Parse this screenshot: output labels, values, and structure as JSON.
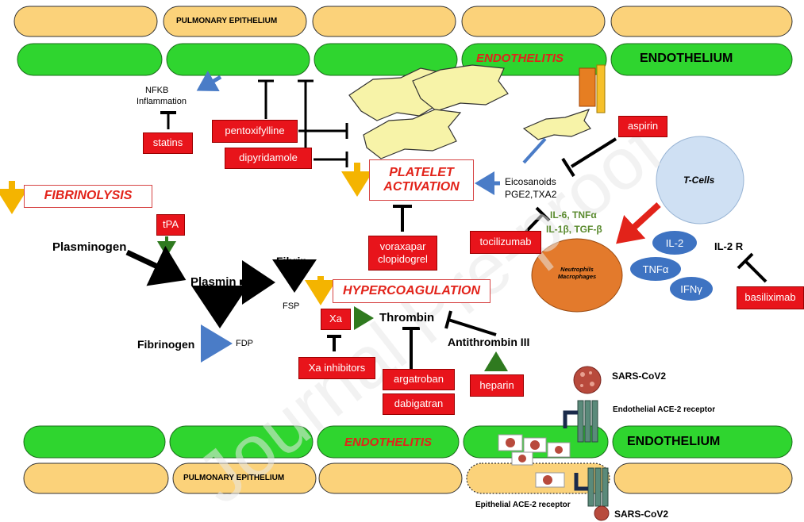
{
  "top_epithelium": "PULMONARY EPITHELIUM",
  "top_endothelitis": "ENDOTHELITIS",
  "top_endothelium": "ENDOTHELIUM",
  "bottom_endothelitis": "ENDOTHELITIS",
  "bottom_endothelium": "ENDOTHELIUM",
  "bottom_epithelium": "PULMONARY EPITHELIUM",
  "nfkb": "NFKB",
  "inflammation": "Inflammation",
  "fibrinolysis": "FIBRINOLYSIS",
  "platelet_activation": [
    "PLATELET",
    "ACTIVATION"
  ],
  "hypercoagulation": "HYPERCOAGULATION",
  "eicosanoids": "Eicosanoids",
  "pge2": "PGE2,TXA2",
  "cytokines_1": "IL-6, TNFα",
  "cytokines_2": "IL-1β, TGF-β",
  "t_cells": "T-Cells",
  "neutrophils": [
    "Neutrophils",
    "Macrophages"
  ],
  "il2": "IL-2",
  "tnfa": "TNFα",
  "ifng": "IFNγ",
  "il2r": "IL-2 R",
  "plasminogen": "Plasminogen",
  "plasmin": "Plasmin",
  "fibrin": "Fibrin",
  "fsp": "FSP",
  "fibrinogen": "Fibrinogen",
  "fdp": "FDP",
  "thrombin": "Thrombin",
  "antithrombin": "Antithrombin III",
  "sars_top": "SARS-CoV2",
  "endothelial_ace2": "Endothelial ACE-2 receptor",
  "epithelial_ace2": "Epithelial ACE-2 receptor",
  "sars_bottom": "SARS-CoV2",
  "drugs": {
    "statins": "statins",
    "pentoxifylline": "pentoxifylline",
    "dipyridamole": "dipyridamole",
    "aspirin": "aspirin",
    "tpa": "tPA",
    "tocilizumab": "tocilizumab",
    "voraxapar": [
      "voraxapar",
      "clopidogrel"
    ],
    "xa": "Xa",
    "xa_inhibitors": "Xa inhibitors",
    "argatroban": "argatroban",
    "dabigatran": "dabigatran",
    "heparin": "heparin",
    "basiliximab": "basiliximab"
  },
  "watermark": "Journal Pre-proof",
  "colors": {
    "epithelium": "#fbd27a",
    "endothelium": "#2fd52f",
    "drug_box": "#e8141b",
    "inhibit_red": "#e2231a",
    "arrow_blue": "#4a7cc7",
    "arrow_yellow": "#f4b400",
    "arrow_green": "#2f7a1f",
    "t_cell": "#cfe0f3",
    "macrophage": "#e37a2c",
    "cytokine_oval": "#3e73c2",
    "platelet": "#f7f3a8"
  }
}
